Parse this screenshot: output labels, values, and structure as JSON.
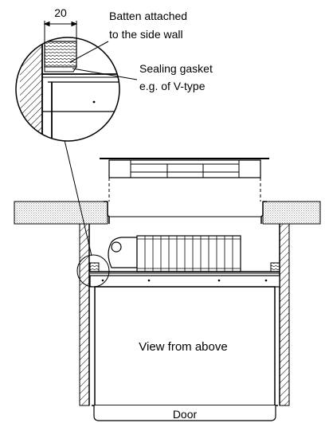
{
  "diagram": {
    "dimension_label": "20",
    "callout_batten": [
      "Batten attached",
      "to the side wall"
    ],
    "callout_gasket": [
      "Sealing gasket",
      "e.g. of V-type"
    ],
    "center_label": "View from above",
    "door_label": "Door"
  },
  "colors": {
    "line": "#000000",
    "ground_pattern": "#9a9a9a",
    "background": "#ffffff"
  }
}
